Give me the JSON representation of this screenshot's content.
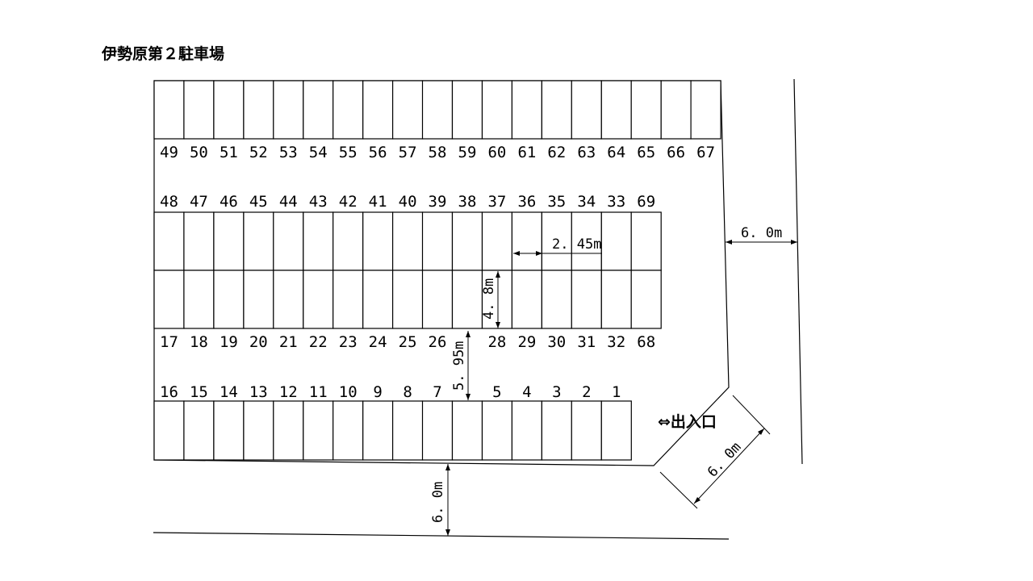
{
  "title": "伊勢原第２駐車場",
  "entrance_label": "⇔出入口",
  "dimensions": {
    "stall_width": "2. 45m",
    "stall_depth": "4. 8m",
    "aisle_width": "5. 95m",
    "right_road": "6. 0m",
    "bottom_road": "6. 0m",
    "entrance_road": "6. 0m"
  },
  "rows": {
    "top": [
      "49",
      "50",
      "51",
      "52",
      "53",
      "54",
      "55",
      "56",
      "57",
      "58",
      "59",
      "60",
      "61",
      "62",
      "63",
      "64",
      "65",
      "66",
      "67"
    ],
    "middle_upper": [
      "48",
      "47",
      "46",
      "45",
      "44",
      "43",
      "42",
      "41",
      "40",
      "39",
      "38",
      "37",
      "36",
      "35",
      "34",
      "33",
      "69"
    ],
    "middle_lower": [
      "17",
      "18",
      "19",
      "20",
      "21",
      "22",
      "23",
      "24",
      "25",
      "26",
      "",
      "28",
      "29",
      "30",
      "31",
      "32",
      "68"
    ],
    "bottom": [
      "16",
      "15",
      "14",
      "13",
      "12",
      "11",
      "10",
      "9",
      "8",
      "7",
      "",
      "5",
      "4",
      "3",
      "2",
      "1"
    ]
  },
  "colors": {
    "line": "#000000",
    "background": "#ffffff"
  }
}
